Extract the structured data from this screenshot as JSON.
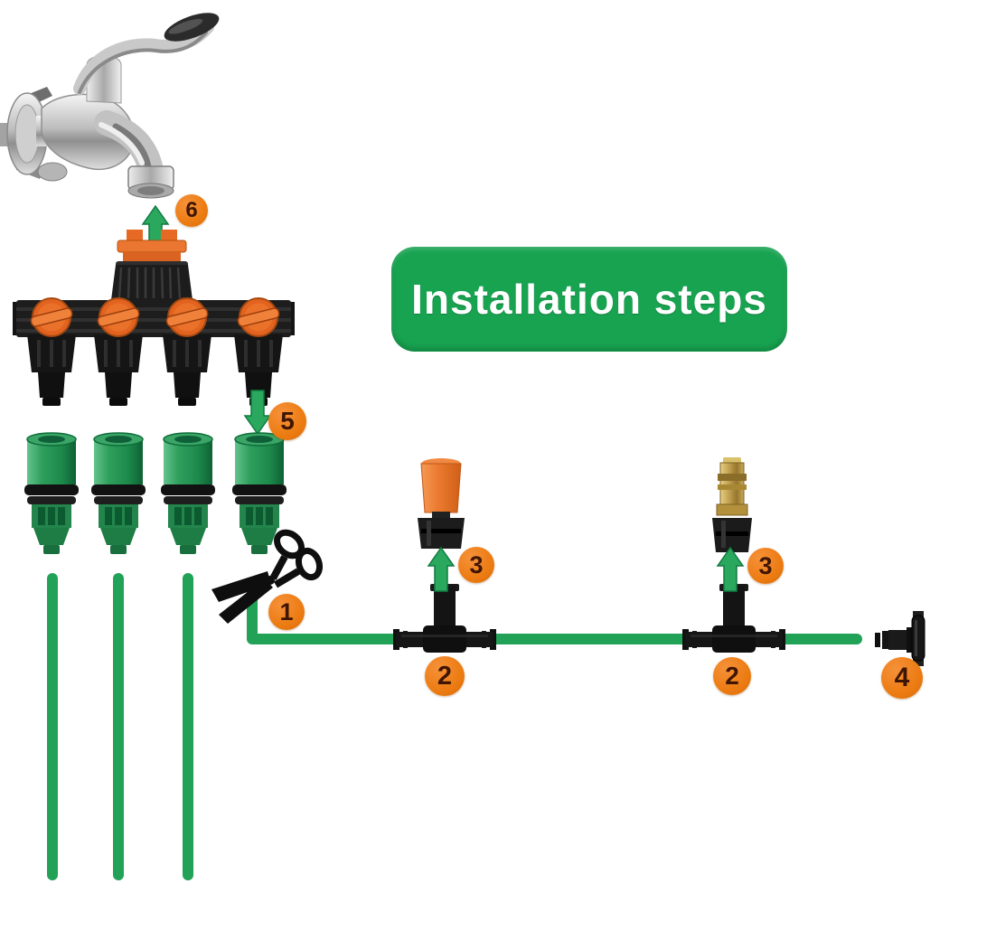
{
  "title_banner": {
    "label": "Installation steps",
    "background": "#18a351",
    "text_color": "#ffffff"
  },
  "step_badges": {
    "background": "#ee7d18",
    "number_color": "#3f1504",
    "instances": [
      {
        "number": "6",
        "location": "tap-adapter-under-faucet"
      },
      {
        "number": "5",
        "location": "splitter-outlet-to-hose-connector"
      },
      {
        "number": "1",
        "location": "tube-elbow-cut-point"
      },
      {
        "number": "3",
        "location": "left-nozzle-to-tee"
      },
      {
        "number": "2",
        "location": "left-tee-on-main-tube"
      },
      {
        "number": "3",
        "location": "right-nozzle-to-tee"
      },
      {
        "number": "2",
        "location": "right-tee-on-main-tube"
      },
      {
        "number": "4",
        "location": "end-plug"
      }
    ]
  },
  "illustration_colors": {
    "tube_green": "#21a257",
    "connector_green": "#2f9f5d",
    "valve_orange": "#e8692b",
    "nozzle_cap_orange": "#ed7a2f",
    "brass_gold": "#c3a353",
    "plastic_black": "#1b1b1b",
    "chrome_gray": "#c9c9c9"
  }
}
